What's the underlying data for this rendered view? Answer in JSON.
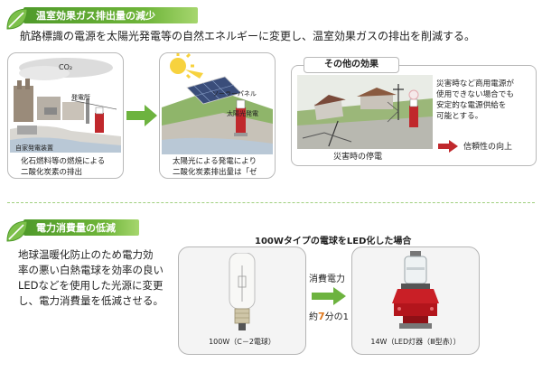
{
  "section1": {
    "title": "温室効果ガス排出量の減少",
    "intro": "航路標識の電源を太陽光発電等の自然エネルギーに変更し、温室効果ガスの排出を削減する。",
    "panel_fossil": {
      "co2": "CO₂",
      "plant_label": "発電所",
      "generator_label": "自家発電装置",
      "caption_line1": "化石燃料等の燃焼による",
      "caption_line2": "二酸化炭素の排出"
    },
    "panel_solar": {
      "panel_label": "ソーラーパネル",
      "generation_label": "太陽光発電",
      "caption_line1": "太陽光による発電により",
      "caption_line2": "二酸化炭素排出量は「ゼロ」。"
    },
    "other_effects": {
      "title": "その他の効果",
      "disaster_caption": "災害時の停電",
      "desc_line1": "災害時など商用電源が",
      "desc_line2": "使用できない場合でも",
      "desc_line3": "安定的な電源供給を",
      "desc_line4": "可能とする。",
      "result": "信頼性の向上"
    }
  },
  "section2": {
    "title": "電力消費量の低減",
    "desc_line1": "地球温暖化防止のため電力効",
    "desc_line2": "率の悪い白熱電球を効率の良い",
    "desc_line3": "LEDなどを使用した光源に変更",
    "desc_line4": "し、電力消費量を低減させる。",
    "compare_title": "100Wタイプの電球をLED化した場合",
    "left_caption": "100W（C－2電球）",
    "right_caption": "14W（LED灯器（Ⅲ型赤））",
    "metric_label": "消費電力",
    "ratio_prefix": "約",
    "ratio_number": "7",
    "ratio_suffix": "分の1"
  },
  "colors": {
    "header_green": "#5aa830",
    "arrow_green": "#6db33f",
    "accent_red": "#c0282c",
    "ratio_orange": "#e0781c"
  }
}
